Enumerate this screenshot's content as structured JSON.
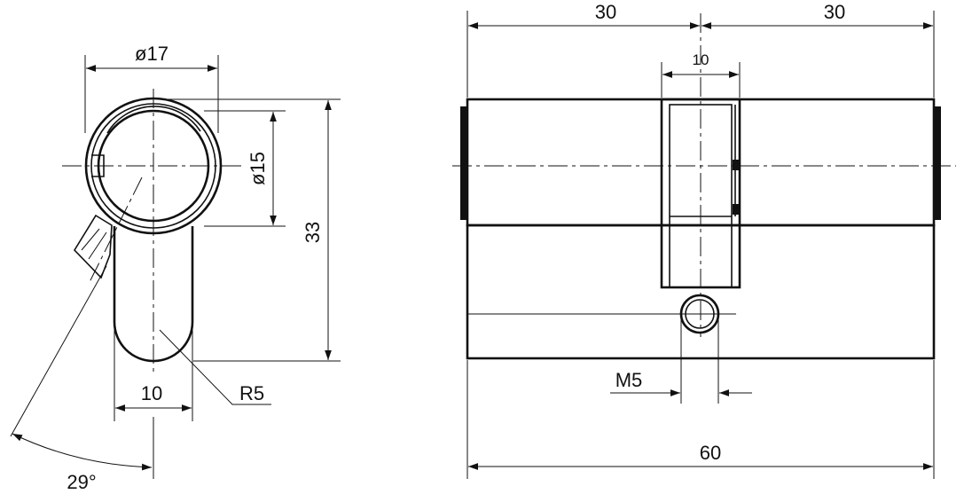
{
  "side_view": {
    "dim_outer_diameter": "ø17",
    "dim_inner_diameter": "ø15",
    "dim_total_height": "33",
    "dim_body_width": "10",
    "dim_radius": "R5",
    "dim_cam_angle": "29°"
  },
  "front_view": {
    "dim_left_length": "30",
    "dim_right_length": "30",
    "dim_cam_width": "10",
    "dim_screw_thread": "M5",
    "dim_total_length": "60"
  },
  "colors": {
    "line": "#111111",
    "background": "#ffffff"
  }
}
